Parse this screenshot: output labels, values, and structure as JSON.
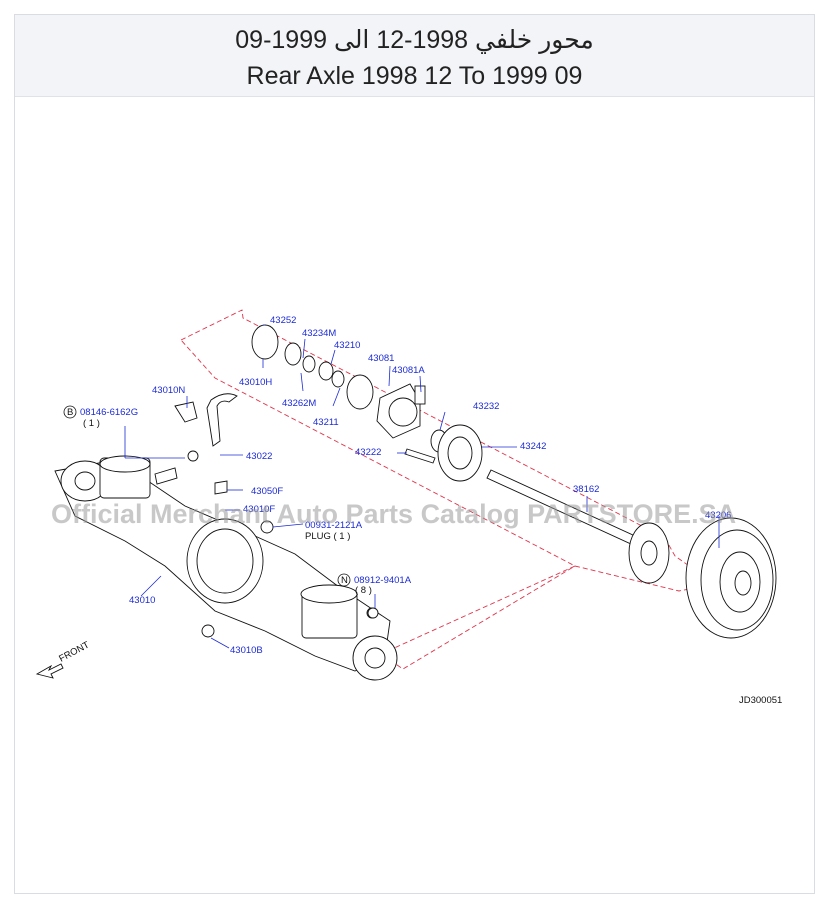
{
  "header": {
    "title_ar": "محور خلفي 1998-12 الى 1999-09",
    "title_en": "Rear Axle 1998 12 To 1999 09"
  },
  "diagram": {
    "watermark": "Official Merchant Auto Parts Catalog PARTSTORE.SA",
    "code": "JD300051",
    "front_label": "FRONT",
    "parts": {
      "p43252": "43252",
      "p43234M": "43234M",
      "p43210": "43210",
      "p43081": "43081",
      "p43081A": "43081A",
      "p43010H": "43010H",
      "p43262M": "43262M",
      "p43211": "43211",
      "p43010N": "43010N",
      "p43232": "43232",
      "p43242": "43242",
      "p43222": "43222",
      "p43022": "43022",
      "p43050F": "43050F",
      "p43010F": "43010F",
      "p38162": "38162",
      "p43206": "43206",
      "p43010": "43010",
      "p43010B": "43010B",
      "p08146": "08146-6162G",
      "p08146_qty": "( 1 )",
      "p08146_badge": "B",
      "p00931": "00931-2121A",
      "p00931_note": "PLUG  ( 1 )",
      "p08912": "08912-9401A",
      "p08912_qty": "( 8 )",
      "p08912_badge": "N"
    }
  }
}
